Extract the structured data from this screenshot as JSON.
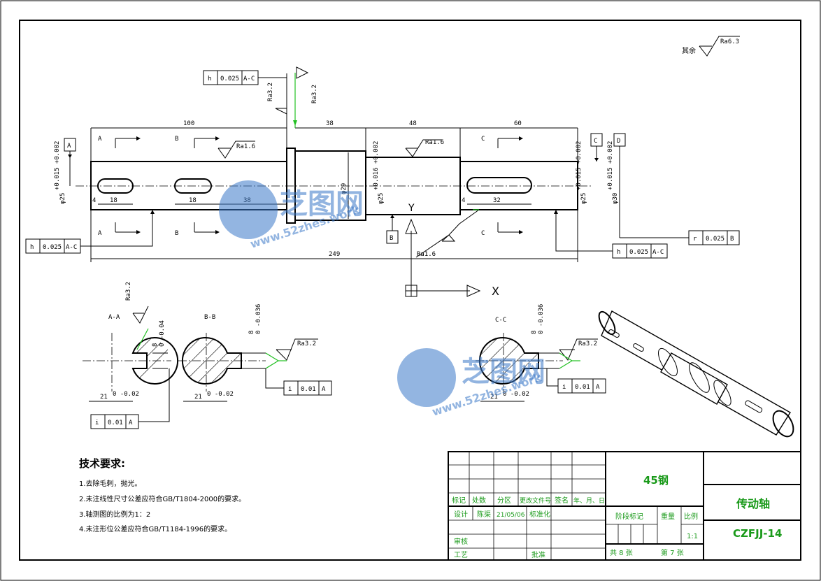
{
  "surface_note": {
    "prefix": "其余",
    "value": "Ra6.3"
  },
  "dimensions": {
    "d100": "100",
    "d38": "38",
    "d48": "48",
    "d60": "60",
    "d249": "249",
    "key18a": "18",
    "key18b": "18",
    "d38b": "38",
    "key32": "32",
    "d4a": "4",
    "d4b": "4"
  },
  "diameters": {
    "phi25a": "φ25",
    "phi25a_tol": "+0.015 +0.002",
    "phi29": "φ29",
    "phi25b": "φ25",
    "phi25b_tol": "+0.016 +0.002",
    "phi25c": "φ25",
    "phi25c_tol": "+0.015 +0.002",
    "phi30": "φ30",
    "phi30_tol": "+0.015 +0.002"
  },
  "roughness": {
    "ra16a": "Ra1.6",
    "ra16b": "Ra1.6",
    "ra16c": "Ra1.6",
    "ra32a": "Ra3.2",
    "ra32b": "Ra3.2",
    "ra32c": "Ra3.2",
    "ra32d": "Ra3.2",
    "ra32e": "Ra3.2"
  },
  "datums": {
    "a": "A",
    "b": "B",
    "c": "C",
    "d": "D"
  },
  "section_labels": {
    "a_top": "A",
    "a_bot": "A",
    "b_top": "B",
    "b_bot": "B",
    "c_top": "C",
    "c_bot": "C",
    "aa": "A-A",
    "bb": "B-B",
    "cc": "C-C"
  },
  "fcf": {
    "top": {
      "sym": "h",
      "tol": "0.025",
      "ref": "A-C"
    },
    "left": {
      "sym": "h",
      "tol": "0.025",
      "ref": "A-C"
    },
    "right": {
      "sym": "h",
      "tol": "0.025",
      "ref": "A-C"
    },
    "runout": {
      "sym": "r",
      "tol": "0.025",
      "ref": "B"
    },
    "aa": {
      "sym": "i",
      "tol": "0.01",
      "ref": "A"
    },
    "bb": {
      "sym": "i",
      "tol": "0.01",
      "ref": "A"
    },
    "cc": {
      "sym": "i",
      "tol": "0.01",
      "ref": "A"
    }
  },
  "section_dims": {
    "aa_w": "21",
    "aa_w_tol": "0 -0.02",
    "aa_h": "8",
    "aa_h_tol": "0 -0.04",
    "bb_w": "21",
    "bb_w_tol": "0 -0.02",
    "bb_h": "8",
    "bb_h_tol": "0 -0.036",
    "cc_w": "21",
    "cc_w_tol": "0 -0.02",
    "cc_h": "8",
    "cc_h_tol": "0 -0.036"
  },
  "axes": {
    "x": "X",
    "y": "Y"
  },
  "tech": {
    "title": "技术要求:",
    "items": [
      "1.去除毛刺，抛光。",
      "2.未注线性尺寸公差应符合GB/T1804-2000的要求。",
      "3.轴测图的比例为1：2",
      "4.未注形位公差应符合GB/T1184-1996的要求。"
    ]
  },
  "title_block": {
    "material": "45钢",
    "part_name": "传动轴",
    "drawing_no": "CZFJJ-14",
    "labels": {
      "mark": "标记",
      "count": "处数",
      "zone": "分区",
      "doc": "更改文件号",
      "sign": "签名",
      "date": "年、月、日",
      "design": "设计",
      "designer": "陈渠",
      "design_date": "21/05/06",
      "std": "标准化",
      "review": "审核",
      "process": "工艺",
      "approve": "批准",
      "stage": "阶段标记",
      "weight": "重量",
      "scale": "比例",
      "scale_val": "1:1",
      "sheets": "共 8 张",
      "sheet": "第 7 张"
    }
  },
  "watermark": {
    "logo": "芝图网",
    "url": "www.52zhes.work"
  }
}
